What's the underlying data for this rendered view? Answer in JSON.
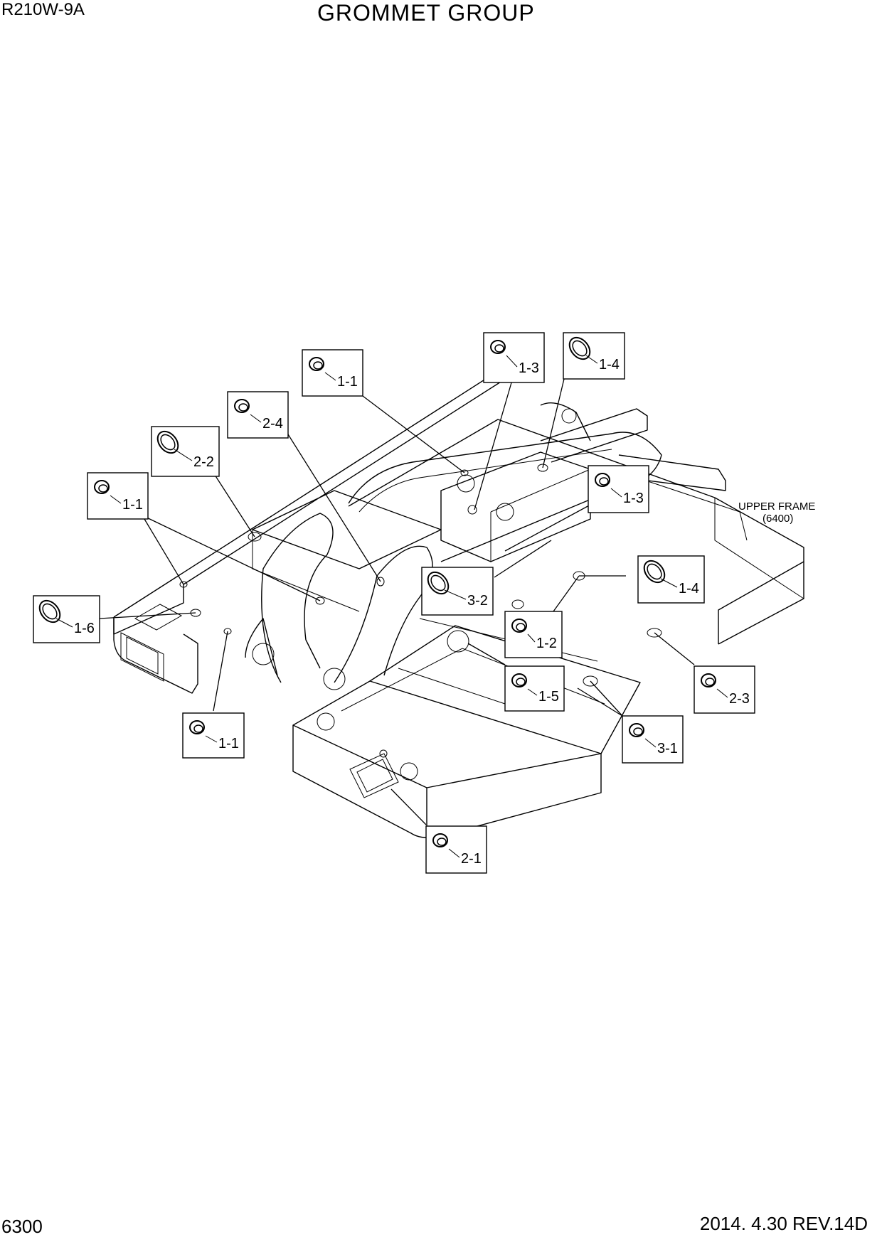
{
  "header": {
    "model": "R210W-9A",
    "title": "GROMMET GROUP"
  },
  "footer": {
    "page_number": "6300",
    "revision": "2014. 4.30  REV.14D"
  },
  "annotation": {
    "line1": "UPPER FRAME",
    "line2": "(6400)"
  },
  "callouts": [
    {
      "label": "1-1",
      "icon": "round-grommet-icon"
    },
    {
      "label": "1-3",
      "icon": "round-grommet-icon"
    },
    {
      "label": "1-4",
      "icon": "oval-grommet-icon"
    },
    {
      "label": "2-4",
      "icon": "round-grommet-icon"
    },
    {
      "label": "2-2",
      "icon": "oval-grommet-icon"
    },
    {
      "label": "1-1",
      "icon": "round-grommet-icon"
    },
    {
      "label": "1-3",
      "icon": "round-grommet-icon"
    },
    {
      "label": "1-4",
      "icon": "oval-grommet-icon"
    },
    {
      "label": "3-2",
      "icon": "oval-grommet-icon"
    },
    {
      "label": "1-6",
      "icon": "oval-grommet-icon"
    },
    {
      "label": "1-2",
      "icon": "round-grommet-icon"
    },
    {
      "label": "1-5",
      "icon": "round-grommet-icon"
    },
    {
      "label": "2-3",
      "icon": "round-grommet-icon"
    },
    {
      "label": "1-1",
      "icon": "round-grommet-icon"
    },
    {
      "label": "3-1",
      "icon": "round-grommet-icon"
    },
    {
      "label": "2-1",
      "icon": "round-grommet-icon"
    }
  ]
}
